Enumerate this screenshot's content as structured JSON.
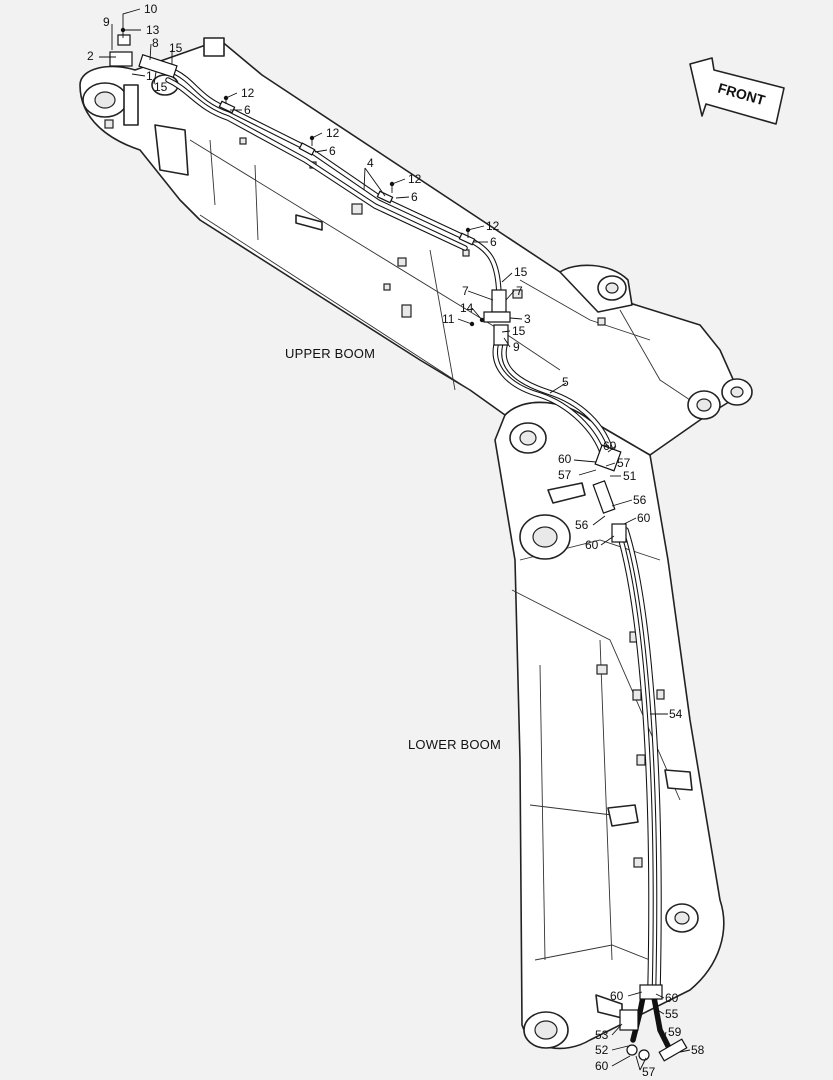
{
  "diagram": {
    "regions": {
      "upper_boom": "UPPER BOOM",
      "lower_boom": "LOWER BOOM"
    },
    "direction_arrow": "FRONT",
    "callouts": [
      {
        "id": "c10a",
        "text": "10"
      },
      {
        "id": "c9a",
        "text": "9"
      },
      {
        "id": "c13",
        "text": "13"
      },
      {
        "id": "c8",
        "text": "8"
      },
      {
        "id": "c2",
        "text": "2"
      },
      {
        "id": "c15a",
        "text": "15"
      },
      {
        "id": "c1",
        "text": "1"
      },
      {
        "id": "c15b",
        "text": "15"
      },
      {
        "id": "c12a",
        "text": "12"
      },
      {
        "id": "c6a",
        "text": "6"
      },
      {
        "id": "c12b",
        "text": "12"
      },
      {
        "id": "c6b",
        "text": "6"
      },
      {
        "id": "c4",
        "text": "4"
      },
      {
        "id": "c12c",
        "text": "12"
      },
      {
        "id": "c6c",
        "text": "6"
      },
      {
        "id": "c12d",
        "text": "12"
      },
      {
        "id": "c6d",
        "text": "6"
      },
      {
        "id": "c15c",
        "text": "15"
      },
      {
        "id": "c7a",
        "text": "7"
      },
      {
        "id": "c7b",
        "text": "7"
      },
      {
        "id": "c14",
        "text": "14"
      },
      {
        "id": "c11",
        "text": "11"
      },
      {
        "id": "c3",
        "text": "3"
      },
      {
        "id": "c15d",
        "text": "15"
      },
      {
        "id": "c9b",
        "text": "9"
      },
      {
        "id": "c5",
        "text": "5"
      },
      {
        "id": "c60a",
        "text": "60"
      },
      {
        "id": "c60b",
        "text": "60"
      },
      {
        "id": "c57a",
        "text": "57"
      },
      {
        "id": "c57b",
        "text": "57"
      },
      {
        "id": "c51",
        "text": "51"
      },
      {
        "id": "c56a",
        "text": "56"
      },
      {
        "id": "c60c",
        "text": "60"
      },
      {
        "id": "c56b",
        "text": "56"
      },
      {
        "id": "c60d",
        "text": "60"
      },
      {
        "id": "c54",
        "text": "54"
      },
      {
        "id": "c60e",
        "text": "60"
      },
      {
        "id": "c60f",
        "text": "60"
      },
      {
        "id": "c55",
        "text": "55"
      },
      {
        "id": "c59",
        "text": "59"
      },
      {
        "id": "c53",
        "text": "53"
      },
      {
        "id": "c58",
        "text": "58"
      },
      {
        "id": "c52",
        "text": "52"
      },
      {
        "id": "c60g",
        "text": "60"
      },
      {
        "id": "c57c",
        "text": "57"
      }
    ]
  }
}
